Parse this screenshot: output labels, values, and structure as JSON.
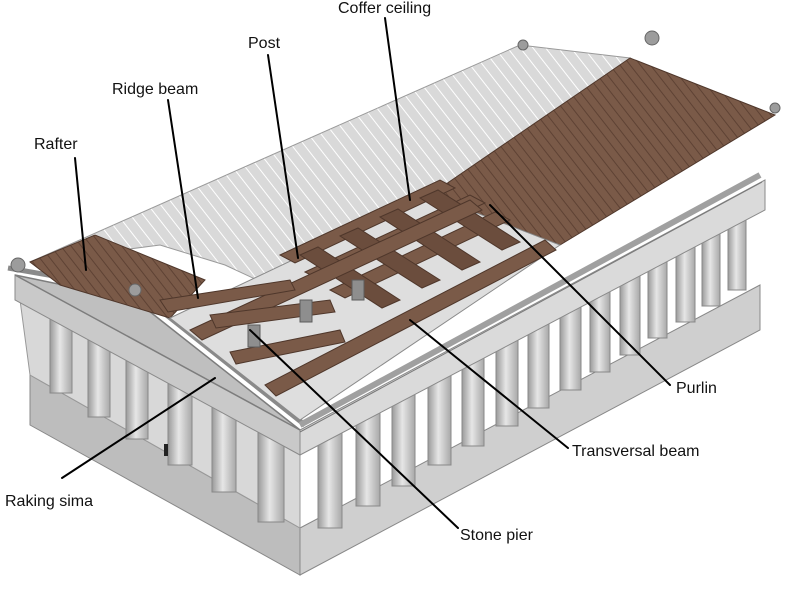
{
  "labels": {
    "coffer_ceiling": "Coffer ceiling",
    "post": "Post",
    "ridge_beam": "Ridge beam",
    "rafter": "Rafter",
    "purlin": "Purlin",
    "transversal_beam": "Transversal beam",
    "raking_sima": "Raking sima",
    "stone_pier": "Stone pier"
  },
  "colors": {
    "background": "#ffffff",
    "marble": "#cfcfcf",
    "marble_light": "#e4e4e4",
    "marble_shadow": "#9a9a9a",
    "roof_tile": "#d6d6d6",
    "timber": "#7a5a48",
    "timber_dark": "#5e4234",
    "leader_line": "#000000"
  }
}
